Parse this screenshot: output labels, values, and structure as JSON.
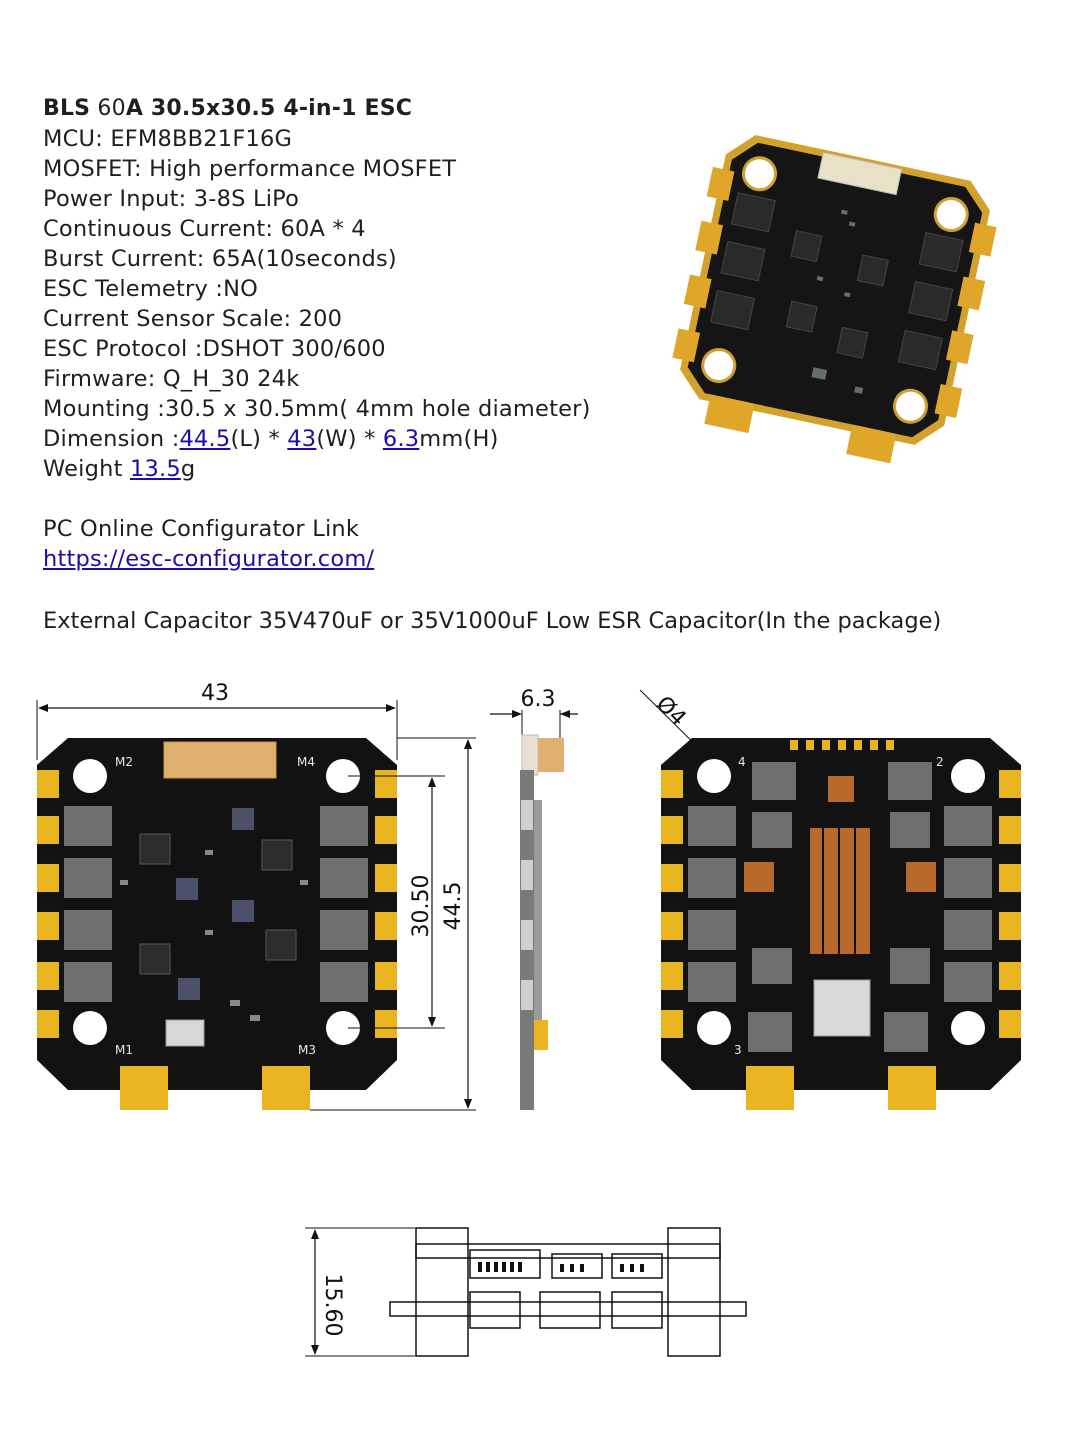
{
  "specs": {
    "title_bls": "BLS",
    "title_60": " 60",
    "title_rest": "A 30.5x30.5 4-in-1 ESC",
    "mcu": "MCU: EFM8BB21F16G",
    "mosfet": "MOSFET: High performance MOSFET",
    "power_input": "Power Input: 3-8S LiPo",
    "continuous_current": "Continuous Current: 60A * 4",
    "burst_current": "Burst Current: 65A(10seconds)",
    "telemetry": "ESC Telemetry :NO",
    "current_sensor": "Current Sensor Scale:  200",
    "protocol": "ESC Protocol :DSHOT 300/600",
    "firmware": "Firmware: Q_H_30 24k",
    "mounting": "Mounting :30.5 x 30.5mm( 4mm hole diameter)",
    "dimension": {
      "prefix": "Dimension :",
      "length": "44.5",
      "l_unit": "(L) * ",
      "width": "43",
      "w_unit": "(W) * ",
      "height": "6.3",
      "h_unit": "mm(H)"
    },
    "weight": {
      "prefix": "Weight ",
      "value": "13.5",
      "unit": "g"
    }
  },
  "configurator": {
    "heading": "PC Online Configurator Link",
    "link": "https://esc-configurator.com/"
  },
  "capacitor_note": "External Capacitor 35V470uF or 35V1000uF Low ESR Capacitor(In the package)",
  "drawing": {
    "width_dim": "43",
    "thickness_dim": "6.3",
    "hole_dim": "Ø4",
    "hole_spacing_dim": "30.50",
    "length_dim": "44.5",
    "stack_height_dim": "15.60",
    "motor_labels": {
      "m1": "M1",
      "m2": "M2",
      "m3": "M3",
      "m4": "M4"
    },
    "bottom_labels": {
      "n4": "4",
      "n2": "2",
      "n3": "3"
    }
  },
  "colors": {
    "pcb": "#111111",
    "pad": "#e8b420",
    "mosfet": "#6f6f6f",
    "link": "#1a0dab",
    "copper": "#b86a2c"
  }
}
